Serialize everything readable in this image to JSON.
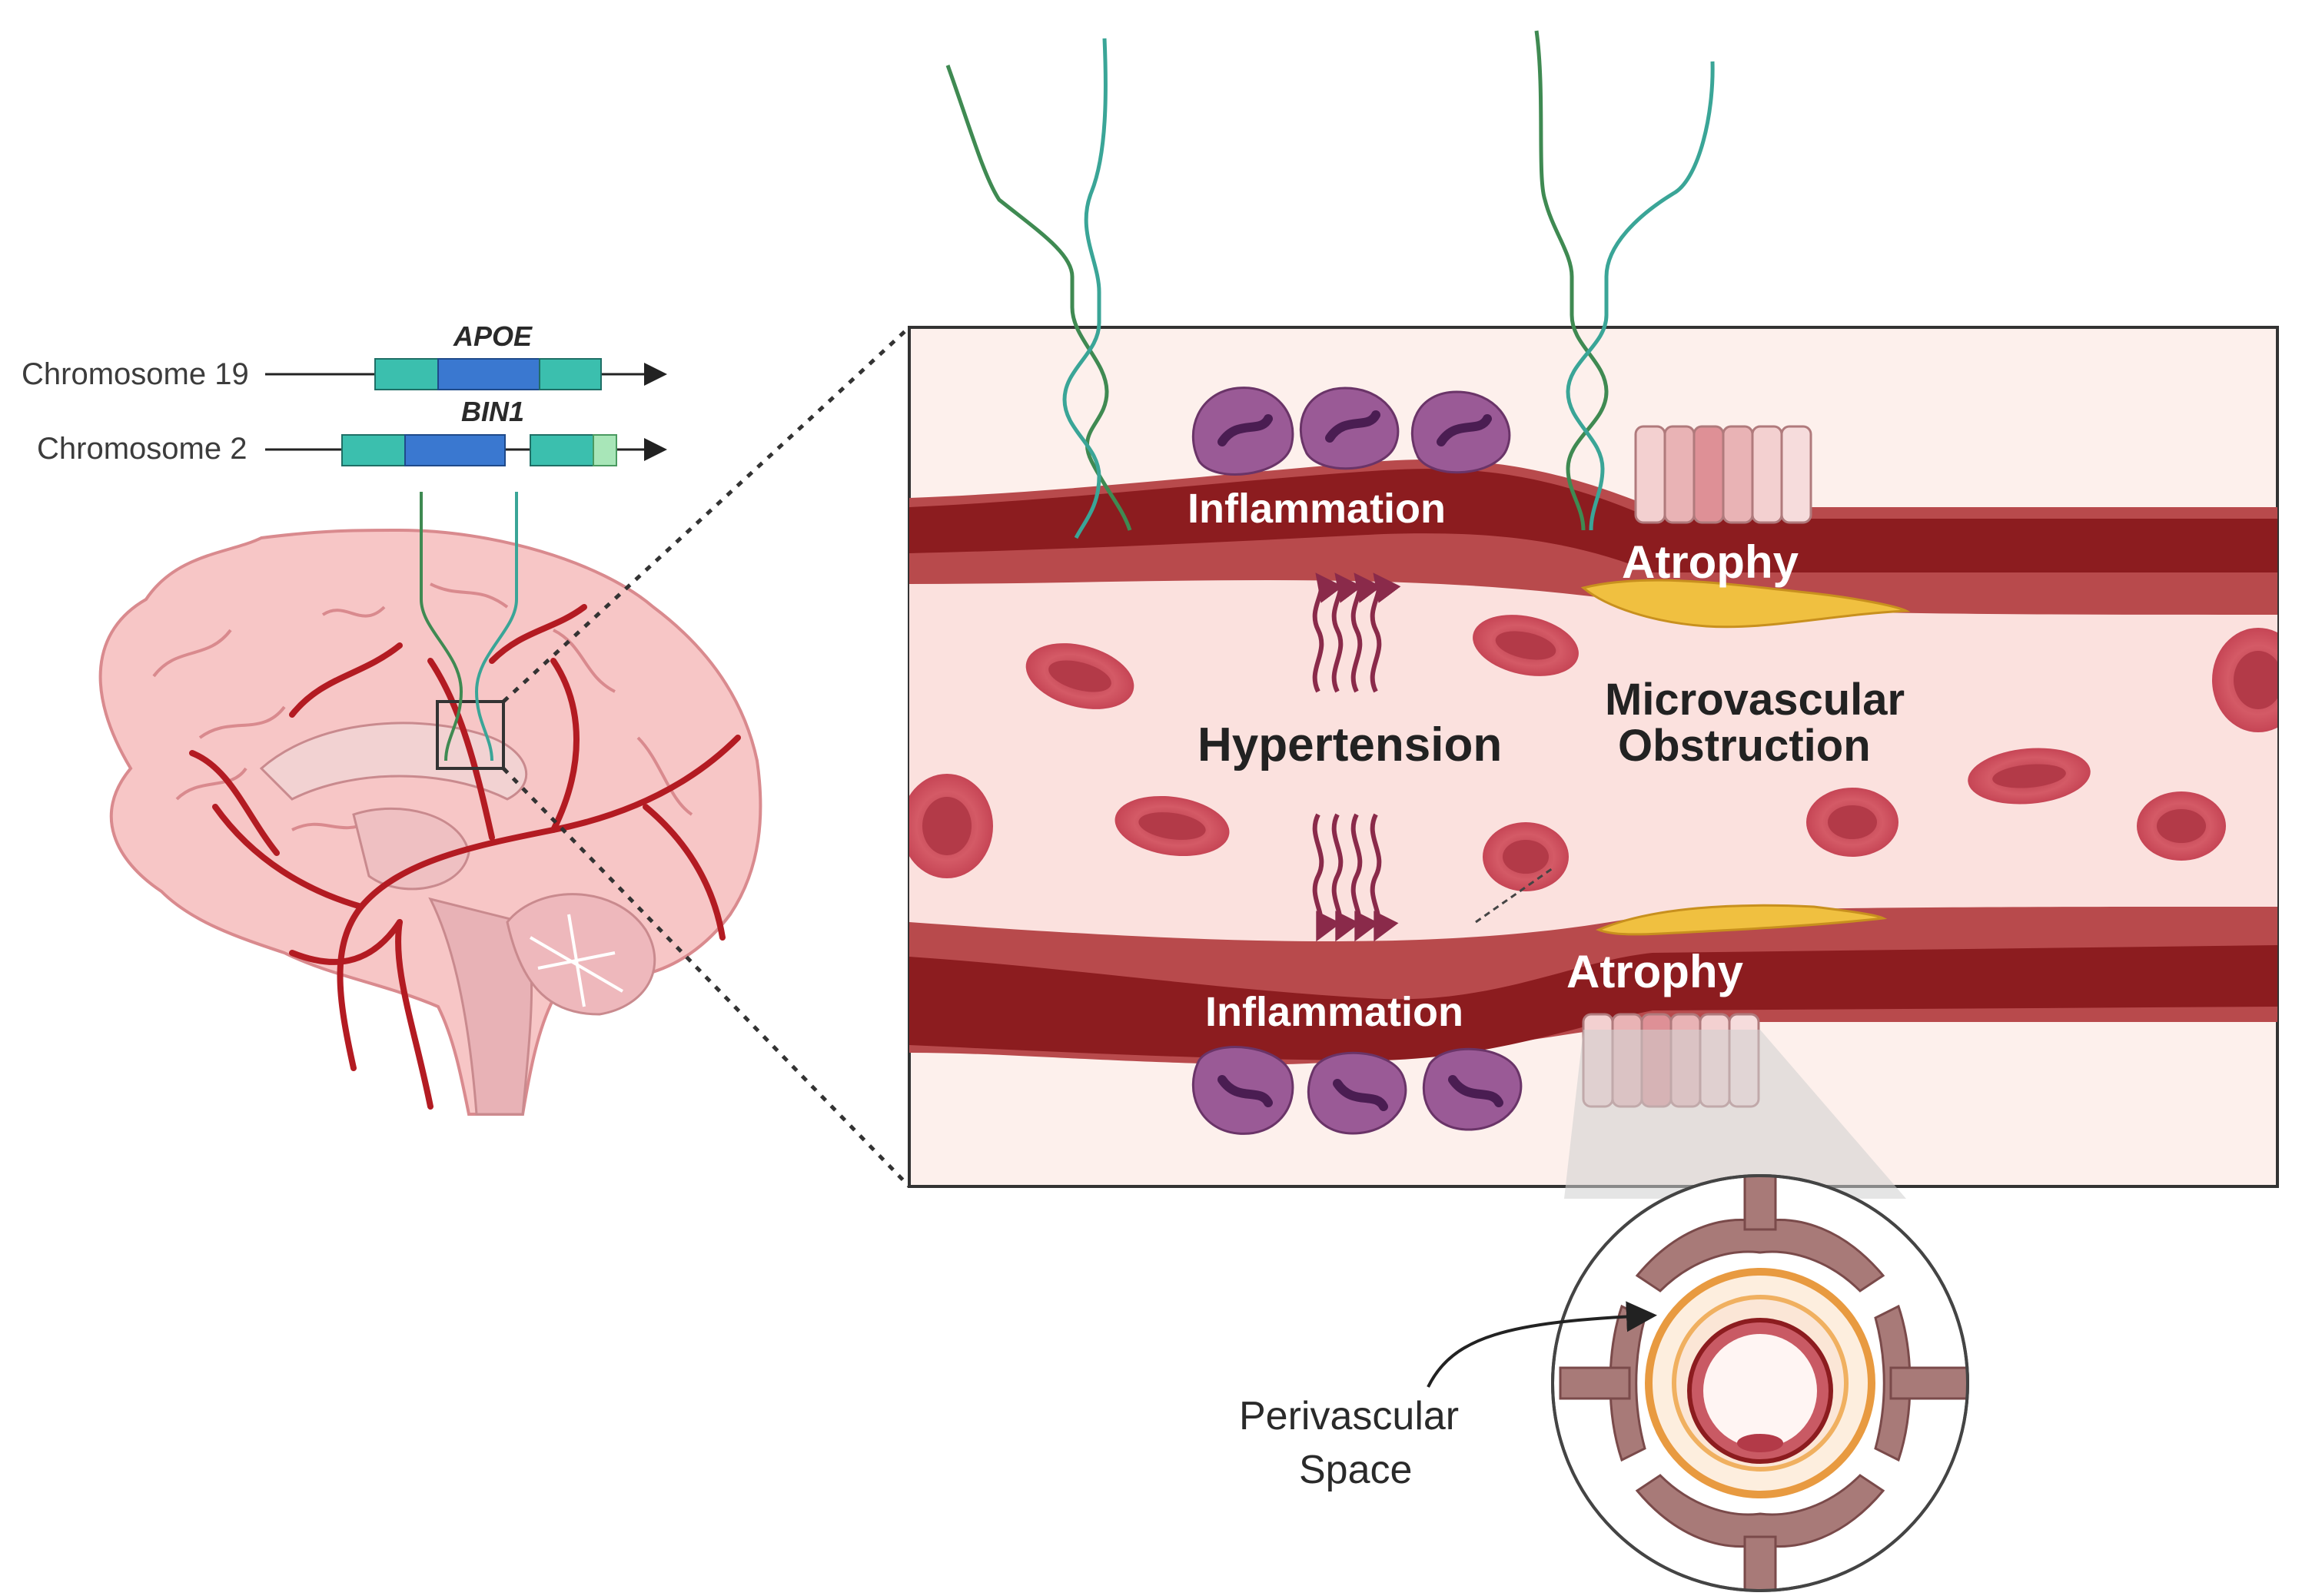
{
  "genes": {
    "chr19": {
      "label": "Chromosome 19",
      "gene": "APOE"
    },
    "chr2": {
      "label": "Chromosome 2",
      "gene": "BIN1"
    }
  },
  "vessel": {
    "inflammation_top": "Inflammation",
    "inflammation_bottom": "Inflammation",
    "atrophy_top": "Atrophy",
    "atrophy_bottom": "Atrophy",
    "hypertension": "Hypertension",
    "obstruction_line1": "Microvascular",
    "obstruction_line2": "Obstruction"
  },
  "perivascular": {
    "line1": "Perivascular",
    "line2": "Space"
  },
  "colors": {
    "vessel_dark": "#8c1c1f",
    "vessel_mid": "#b84a4c",
    "lumen": "#fbe1de",
    "rbc": "#cf4d5b",
    "immune_cell": "#9a5a96",
    "plaque": "#f0c040",
    "gene_teal": "#3bbfae",
    "gene_blue": "#3a78d0",
    "dna_green": "#3f8a52"
  }
}
